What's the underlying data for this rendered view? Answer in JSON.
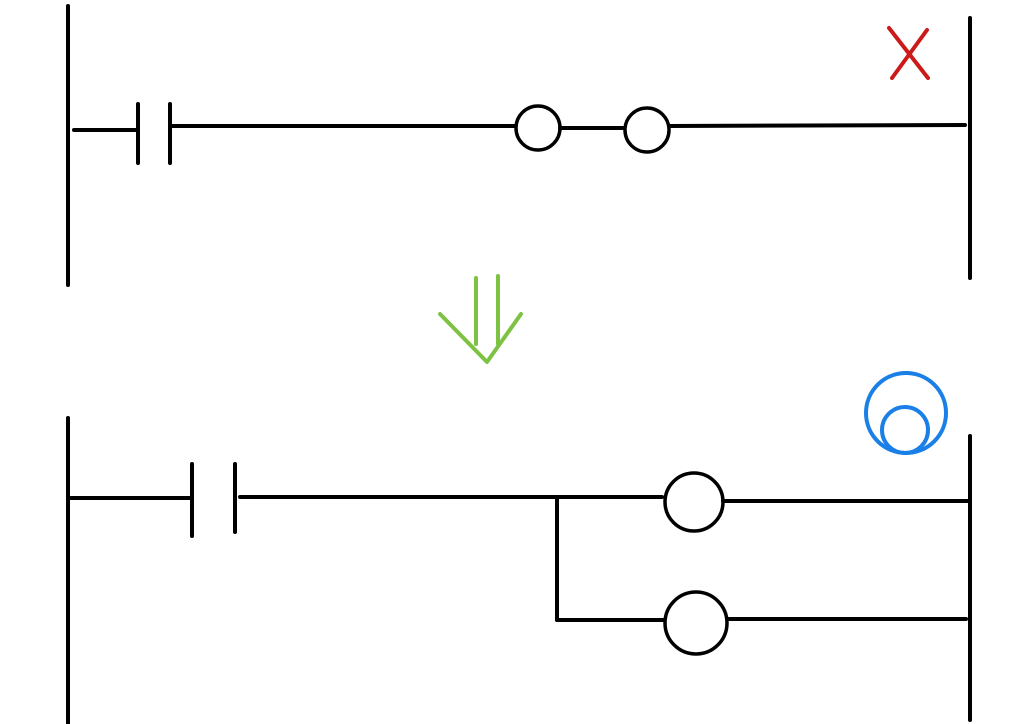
{
  "diagram": {
    "kind": "ladder-logic-comparison",
    "colors": {
      "wire": "#000000",
      "incorrect_mark": "#cc1a1a",
      "transform_arrow": "#7dc242",
      "correct_mark": "#1a7fe6",
      "background": "#ffffff"
    },
    "top_rung": {
      "verdict": "incorrect",
      "verdict_icon": "cross-mark-icon",
      "contacts": 1,
      "coils_in_series": 2
    },
    "arrow": {
      "icon": "double-down-arrow-icon",
      "meaning": "rewrite-as"
    },
    "bottom_rung": {
      "verdict": "correct",
      "verdict_icon": "double-circle-mark-icon",
      "contacts": 1,
      "coils_in_parallel": 2
    }
  }
}
